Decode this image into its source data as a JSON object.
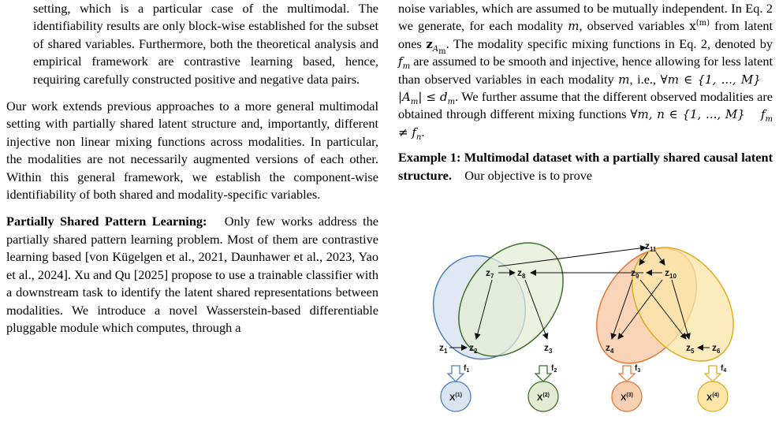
{
  "left_column": {
    "indented_paragraph": "setting, which is a particular case of the multimodal. The identifiability results are only block-wise established for the subset of shared variables. Furthermore, both the theoretical analysis and empirical framework are contrastive learning based, hence, requiring carefully constructed positive and negative data pairs.",
    "paragraph_2": "Our work extends previous approaches to a more general multimodal setting with partially shared latent structure and, importantly, different injective non linear mixing functions across modalities. In particular, the modalities are not necessarily augmented versions of each other. Within this general framework, we establish the component-wise identifiability of both shared and modality-specific variables.",
    "section_heading": "Partially Shared Pattern Learning:",
    "paragraph_3": "Only few works address the partially shared pattern learning problem. Most of them are contrastive learning based [von Kügelgen et al., 2021, Daunhawer et al., 2023, Yao et al., 2024]. Xu and Qu [2025] propose to use a trainable classifier with a downstream task to identify the latent shared representations between modalities. We introduce a novel Wasserstein-based differentiable pluggable module which computes, through a"
  },
  "right_column": {
    "p1_a": "noise variables, which are assumed to be mutually independent. In Eq. 2 we generate, for each modality",
    "p1_b": ", observed variables",
    "p1_c": "from latent ones",
    "p1_d": ". The modality specific mixing functions in Eq. 2, denoted by",
    "p1_e": "are assumed to be smooth and injective, hence allowing for less latent than observed variables in each modality",
    "p1_f": ", i.e.,",
    "p1_g": ". We further assume that the different observed modalities are obtained through different mixing functions",
    "example_heading": "Example 1: Multimodal dataset with a partially shared causal latent structure.",
    "example_text": "Our objective is to prove",
    "math": {
      "m": "m",
      "x_m": "x",
      "x_m_sup": "(m)",
      "z": "z",
      "z_sub_A": "A",
      "z_sub_m": "m",
      "f_m": "f",
      "f_m_sub": "m",
      "forall_m": "∀m ∈ {1, ..., M}",
      "card_A": "|A",
      "card_A_sub": "m",
      "card_rest": "| ≤ d",
      "card_d_sub": "m",
      "forall_mn": "∀m, n ∈ {1, ..., M}",
      "f_neq": "f",
      "f_neq_sub_m": "m",
      "f_neq_mid": " ≠ f",
      "f_neq_sub_n": "n"
    }
  },
  "figure": {
    "colors": {
      "blue_fill": "#dbe5f1",
      "blue_stroke": "#4f7fb8",
      "green_fill": "#e3ecd3",
      "green_stroke": "#3f6e2b",
      "orange_fill": "#f8cfb1",
      "orange_stroke": "#e0793a",
      "yellow_fill": "#fbe6a7",
      "yellow_stroke": "#e2aa1e"
    },
    "nodes": {
      "z1": "z",
      "z1_sub": "1",
      "z2": "z",
      "z2_sub": "2",
      "z3": "z",
      "z3_sub": "3",
      "z4": "z",
      "z4_sub": "4",
      "z5": "z",
      "z5_sub": "5",
      "z6": "z",
      "z6_sub": "6",
      "z7": "z",
      "z7_sub": "7",
      "z8": "z",
      "z8_sub": "8",
      "z9": "z",
      "z9_sub": "9",
      "z10": "z",
      "z10_sub": "10",
      "z11": "z",
      "z11_sub": "11"
    },
    "mixing": [
      {
        "f": "f",
        "sub": "1"
      },
      {
        "f": "f",
        "sub": "2"
      },
      {
        "f": "f",
        "sub": "3"
      },
      {
        "f": "f",
        "sub": "4"
      }
    ],
    "observed": [
      {
        "x": "X",
        "sup": "(1)"
      },
      {
        "x": "X",
        "sup": "(2)"
      },
      {
        "x": "X",
        "sup": "(3)"
      },
      {
        "x": "X",
        "sup": "(4)"
      }
    ]
  }
}
